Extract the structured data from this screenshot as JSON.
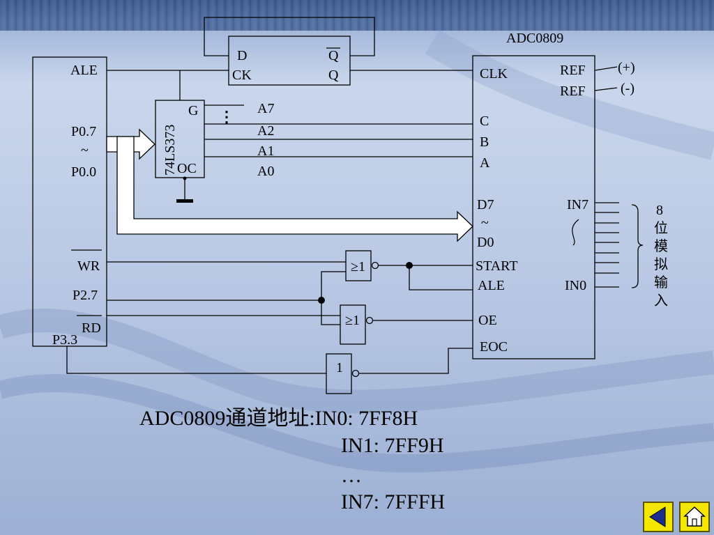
{
  "slide": {
    "captions": {
      "line1": "ADC0809通道地址:IN0: 7FF8H",
      "line2": "IN1: 7FF9H",
      "line3": "…",
      "line4": "IN7: 7FFFH"
    },
    "nav": {
      "back_icon": "triangle-left-icon",
      "home_icon": "house-icon"
    }
  },
  "diagram": {
    "mcu": {
      "ale": "ALE",
      "p07": "P0.7",
      "tilde": "~",
      "p00": "P0.0",
      "wr": "WR",
      "p27": "P2.7",
      "rd": "RD",
      "p33": "P3.3"
    },
    "flipflop": {
      "d": "D",
      "ck": "CK",
      "q_bar": "Q",
      "q": "Q"
    },
    "latch": {
      "name": "74LS373",
      "g": "G",
      "oc": "OC",
      "dots": "⋮"
    },
    "address_lines": {
      "a7": "A7",
      "a2": "A2",
      "a1": "A1",
      "a0": "A0"
    },
    "adc": {
      "name": "ADC0809",
      "clk": "CLK",
      "ref1": "REF",
      "ref2": "REF",
      "refplus": "(+)",
      "refminus": "(-)",
      "c": "C",
      "b": "B",
      "a": "A",
      "d7": "D7",
      "tilde": "~",
      "d0": "D0",
      "start": "START",
      "ale": "ALE",
      "oe": "OE",
      "eoc": "EOC",
      "in7": "IN7",
      "in0": "IN0"
    },
    "gates": {
      "nor1": "≥1",
      "nor2": "≥1",
      "not": "1"
    },
    "analog_input": [
      "8",
      "位",
      "模",
      "拟",
      "输",
      "入"
    ]
  }
}
